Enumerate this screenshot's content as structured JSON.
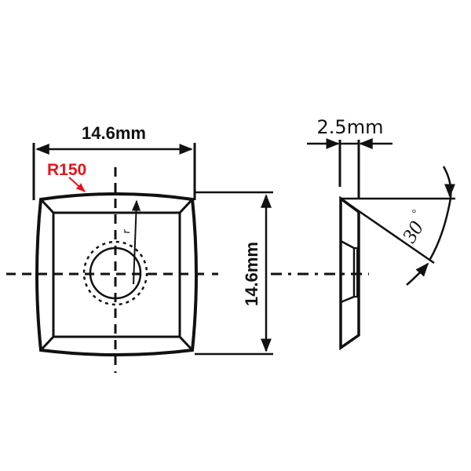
{
  "diagram": {
    "front_view": {
      "width_label": "14.6mm",
      "height_label": "14.6mm",
      "edge_radius_label": "R150",
      "radius_marker_label": "r"
    },
    "side_view": {
      "thickness_label": "2.5mm",
      "angle_label": "30",
      "angle_unit": "°"
    },
    "colors": {
      "line": "#111111",
      "accent_red": "#e8141b",
      "background": "#ffffff"
    }
  }
}
